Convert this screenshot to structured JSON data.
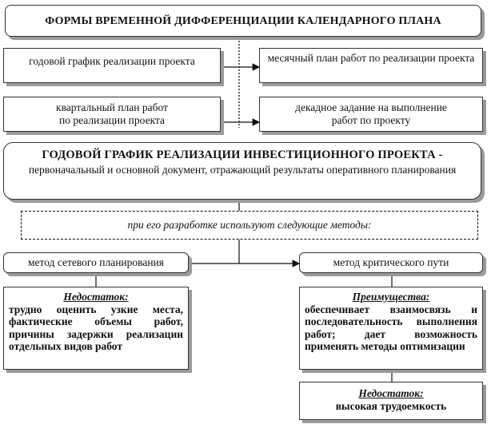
{
  "header": {
    "title": "ФОРМЫ ВРЕМЕННОЙ ДИФФЕРЕНЦИАЦИИ КАЛЕНДАРНОГО ПЛАНА"
  },
  "forms": {
    "annual": "годовой график реализации проекта",
    "monthly": "месячный план работ по реализации проекта",
    "quarterly_line1": "квартальный план работ",
    "quarterly_line2": "по реализации проекта",
    "dekad_line1": "декадное задание на выполнение",
    "dekad_line2": "работ по проекту"
  },
  "main": {
    "title": "ГОДОВОЙ ГРАФИК РЕАЛИЗАЦИИ ИНВЕСТИЦИОННОГО ПРОЕКТА -",
    "description": "первоначальный и основной документ, отражающий результаты оперативного планирования"
  },
  "methods": {
    "intro": "при его разработке используют следующие методы:",
    "network": "метод сетевого планирования",
    "critical": "метод критического пути"
  },
  "network_drawback": {
    "heading": "Недостаток:",
    "text": "трудно оценить узкие места, фактические объемы работ, причины задержки реализации отдельных видов работ"
  },
  "critical_advantages": {
    "heading": "Преимущества:",
    "text": "обеспечивает взаимосвязь и последовательность выполнения работ; дает возможность применять методы оптимизации"
  },
  "critical_drawback": {
    "heading": "Недостаток:",
    "text": "высокая трудоемкость"
  }
}
